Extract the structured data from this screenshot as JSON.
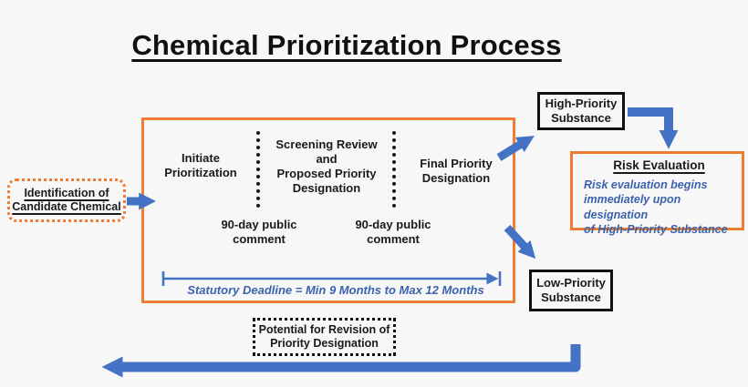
{
  "title": "Chemical Prioritization Process",
  "colors": {
    "accent_blue": "#4472C4",
    "accent_orange": "#ED7D31",
    "text_black": "#1a1a1a",
    "text_blue": "#3A62AD"
  },
  "candidate_box": {
    "label": "Identification of\nCandidate Chemical"
  },
  "process_box": {
    "step_initiate": "Initiate\nPrioritization",
    "step_screening": "Screening Review\nand\nProposed Priority\nDesignation",
    "step_final": "Final Priority\nDesignation",
    "comment_1": "90-day public\ncomment",
    "comment_2": "90-day public\ncomment",
    "deadline_label": "Statutory Deadline = Min 9 Months to Max 12 Months"
  },
  "high_priority_box": {
    "label": "High-Priority\nSubstance"
  },
  "low_priority_box": {
    "label": "Low-Priority\nSubstance"
  },
  "risk_box": {
    "title": "Risk Evaluation",
    "body": "Risk evaluation begins\nimmediately upon designation\nof High-Priority Substance"
  },
  "revision_box": {
    "label": "Potential for Revision of\nPriority Designation"
  },
  "icons": {
    "arrow_candidate_to_process": "right-arrow",
    "arrow_process_to_high_priority": "diagonal-up-right-arrow",
    "arrow_process_to_low_priority": "diagonal-down-right-arrow",
    "arrow_high_priority_to_risk": "elbow-down-arrow",
    "arrow_revision_feedback": "elbow-left-arrow",
    "statutory_deadline_span": "measure-arrow"
  }
}
